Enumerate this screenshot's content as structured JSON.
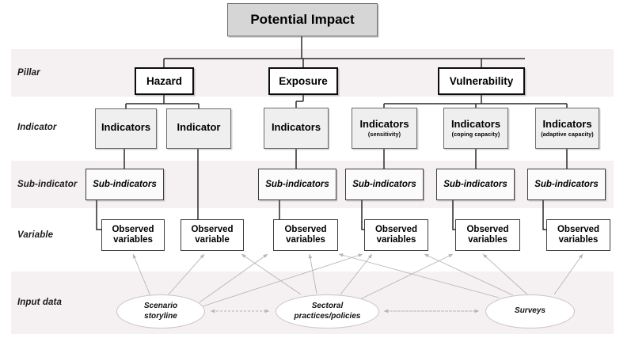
{
  "diagram": {
    "title": "Potential Impact",
    "root": {
      "label": "Potential Impact"
    },
    "tiers": [
      {
        "key": "pillar",
        "label": "Pillar"
      },
      {
        "key": "indicator",
        "label": "Indicator"
      },
      {
        "key": "sub_indicator",
        "label": "Sub-indicator"
      },
      {
        "key": "variable",
        "label": "Variable"
      },
      {
        "key": "input_data",
        "label": "Input data"
      }
    ],
    "pillars": [
      {
        "label": "Hazard"
      },
      {
        "label": "Exposure"
      },
      {
        "label": "Vulnerability"
      }
    ],
    "indicators": [
      {
        "label": "Indicators",
        "qualifier": ""
      },
      {
        "label": "Indicator",
        "qualifier": ""
      },
      {
        "label": "Indicators",
        "qualifier": ""
      },
      {
        "label": "Indicators",
        "qualifier": "(sensitivity)"
      },
      {
        "label": "Indicators",
        "qualifier": "(coping capacity)"
      },
      {
        "label": "Indicators",
        "qualifier": "(adaptive capacity)"
      }
    ],
    "sub_indicators": [
      {
        "label": "Sub-indicators"
      },
      {
        "label": "Sub-indicators"
      },
      {
        "label": "Sub-indicators"
      },
      {
        "label": "Sub-indicators"
      },
      {
        "label": "Sub-indicators"
      }
    ],
    "variables": [
      {
        "line1": "Observed",
        "line2": "variables"
      },
      {
        "line1": "Observed",
        "line2": "variable"
      },
      {
        "line1": "Observed",
        "line2": "variables"
      },
      {
        "line1": "Observed",
        "line2": "variables"
      },
      {
        "line1": "Observed",
        "line2": "variables"
      },
      {
        "line1": "Observed",
        "line2": "variables"
      }
    ],
    "input_sources": [
      {
        "line1": "Scenario",
        "line2": "storyline"
      },
      {
        "line1": "Sectoral",
        "line2": "practices/policies"
      },
      {
        "line1": "Surveys",
        "line2": ""
      }
    ],
    "colors": {
      "band": "#f5f0f1",
      "root_fill": "#d6d6d6",
      "indicator_fill": "#efefef",
      "node_stroke": "#0d0d0d",
      "link_stroke": "#2b2b2b",
      "arrow_stroke": "#b9b4b6",
      "background": "#ffffff"
    }
  }
}
